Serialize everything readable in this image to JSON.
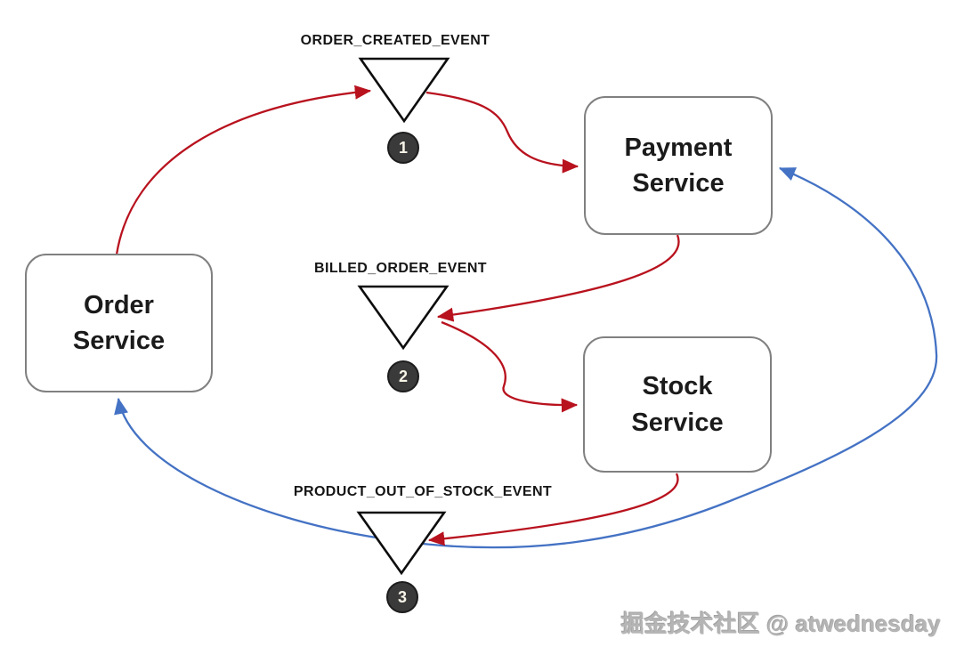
{
  "services": [
    {
      "id": "order-service",
      "label": "Order Service"
    },
    {
      "id": "payment-service",
      "label": "Payment Service"
    },
    {
      "id": "stock-service",
      "label": "Stock Service"
    }
  ],
  "events": [
    {
      "step": "1",
      "label": "ORDER_CREATED_EVENT"
    },
    {
      "step": "2",
      "label": "BILLED_ORDER_EVENT"
    },
    {
      "step": "3",
      "label": "PRODUCT_OUT_OF_STOCK_EVENT"
    }
  ],
  "colors": {
    "publish_arrow_red": "#B8121E",
    "subscribe_arrow_blue": "#4472C4",
    "service_border_gray": "#808080",
    "event_badge_dark": "#3A3A3A",
    "triangle_stroke": "#0D0D0D"
  },
  "watermark": "掘金技术社区 @ atwednesday"
}
